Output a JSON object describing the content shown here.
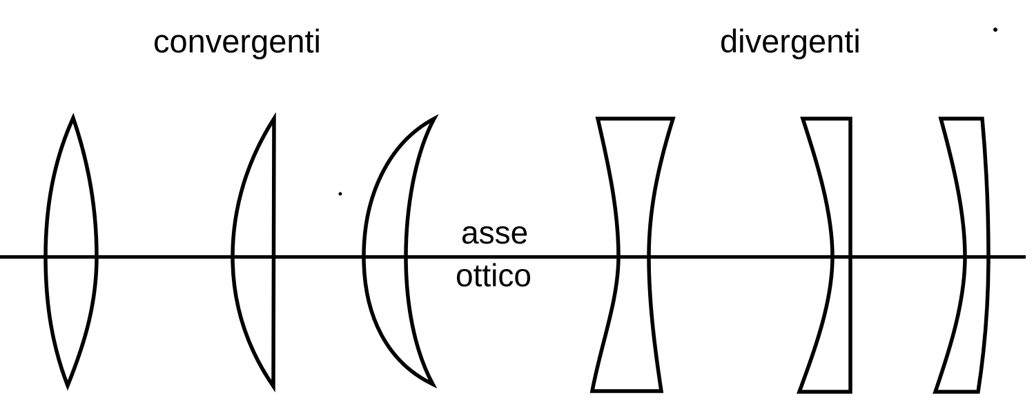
{
  "figure": {
    "background_color": "#ffffff",
    "ink_color": "#000000",
    "group_labels": {
      "left": "convergenti",
      "right": "divergenti"
    },
    "axis": {
      "label_line1": "asse",
      "label_line2": "ottico"
    },
    "lenses": [
      {
        "type": "biconvex",
        "group": "convergenti"
      },
      {
        "type": "plano-convex",
        "group": "convergenti"
      },
      {
        "type": "converging-meniscus",
        "group": "convergenti"
      },
      {
        "type": "biconcave",
        "group": "divergenti"
      },
      {
        "type": "plano-concave",
        "group": "divergenti"
      },
      {
        "type": "diverging-meniscus",
        "group": "divergenti"
      }
    ]
  }
}
